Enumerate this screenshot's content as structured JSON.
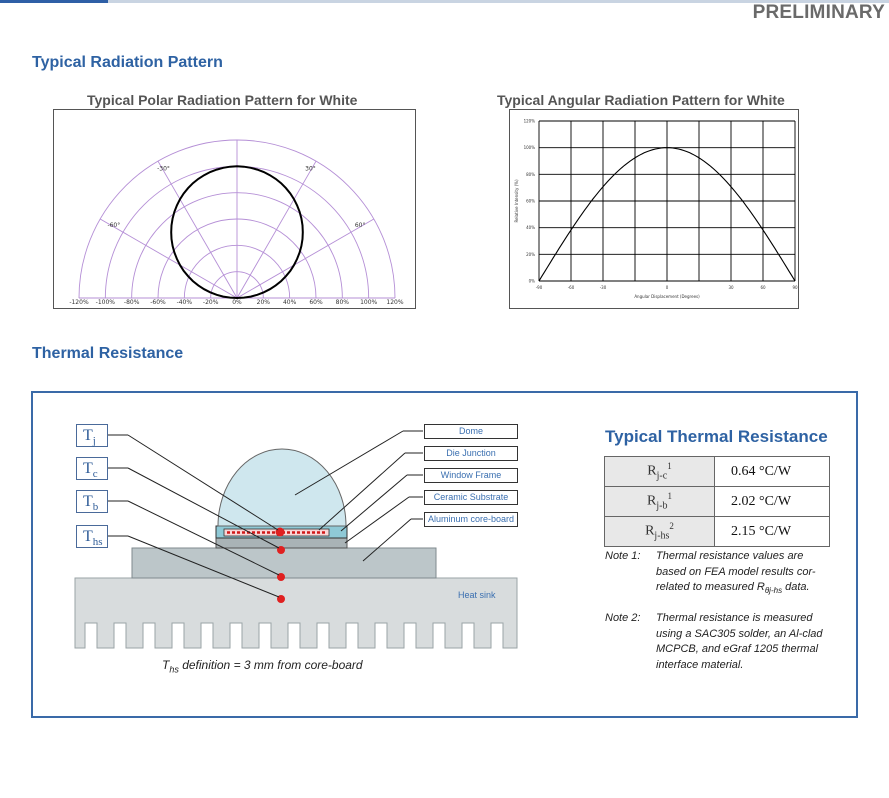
{
  "header": {
    "status": "PRELIMINARY"
  },
  "radiation": {
    "section_title": "Typical Radiation Pattern",
    "polar": {
      "title": "Typical Polar Radiation Pattern for White",
      "angle_labels": [
        "-30°",
        "30°",
        "-60°",
        "60°"
      ],
      "x_ticks": [
        "-120%",
        "-100%",
        "-80%",
        "-60%",
        "-40%",
        "-20%",
        "0%",
        "20%",
        "40%",
        "60%",
        "80%",
        "100%",
        "120%"
      ]
    },
    "angular": {
      "title": "Typical Angular Radiation Pattern for White",
      "ylabel": "Relative Intensity (%)",
      "xlabel": "Angular Displacement (Degrees)"
    }
  },
  "chart_data": [
    {
      "type": "line",
      "title": "Typical Polar Radiation Pattern for White",
      "polar": true,
      "radial_range": [
        0,
        120
      ],
      "angle_range": [
        -90,
        90
      ],
      "x_ticks": [
        "-120%",
        "-100%",
        "-80%",
        "-60%",
        "-40%",
        "-20%",
        "0%",
        "20%",
        "40%",
        "60%",
        "80%",
        "100%",
        "120%"
      ],
      "series": [
        {
          "angle_deg": [
            -90,
            -75,
            -60,
            -45,
            -30,
            -15,
            0,
            15,
            30,
            45,
            60,
            75,
            90
          ],
          "relative_intensity": [
            0,
            26,
            50,
            71,
            87,
            97,
            100,
            97,
            87,
            71,
            50,
            26,
            0
          ]
        }
      ],
      "grid": true
    },
    {
      "type": "line",
      "title": "Typical Angular Radiation Pattern for White",
      "xlabel": "Angular Displacement (Degrees)",
      "ylabel": "Relative Intensity (%)",
      "x_ticks": [
        -90,
        -60,
        -30,
        0,
        30,
        60,
        90
      ],
      "y_ticks": [
        "0%",
        "20%",
        "40%",
        "60%",
        "80%",
        "100%",
        "120%"
      ],
      "xlim": [
        -90,
        90
      ],
      "ylim": [
        0,
        120
      ],
      "grid": true,
      "series": [
        {
          "x": [
            -90,
            -75,
            -60,
            -45,
            -30,
            -15,
            0,
            15,
            30,
            45,
            60,
            75,
            90
          ],
          "y": [
            0,
            26,
            50,
            71,
            87,
            97,
            100,
            97,
            87,
            71,
            50,
            26,
            0
          ]
        }
      ]
    }
  ],
  "thermal": {
    "section_title": "Thermal Resistance",
    "diagram": {
      "t_labels": [
        {
          "main": "T",
          "sub": "j"
        },
        {
          "main": "T",
          "sub": "c"
        },
        {
          "main": "T",
          "sub": "b"
        },
        {
          "main": "T",
          "sub": "hs"
        }
      ],
      "part_labels": [
        "Dome",
        "Die Junction",
        "Window Frame",
        "Ceramic Substrate",
        "Aluminum core-board"
      ],
      "heat_sink_label": "Heat sink",
      "ths_definition": {
        "main": "T",
        "sub": "hs",
        "rest": " definition = 3 mm from core-board"
      },
      "colors": {
        "dome": "#cfe7ee",
        "substrate": "#bcc6c9",
        "heat_sink": "#d8dcdd",
        "junction_dot": "#e02020"
      }
    },
    "table": {
      "title": "Typical Thermal Resistance",
      "rows": [
        {
          "label": "R",
          "sub": "j-c",
          "sup": "1",
          "value": "0.64 °C/W"
        },
        {
          "label": "R",
          "sub": "j-b",
          "sup": "1",
          "value": "2.02 °C/W"
        },
        {
          "label": "R",
          "sub": "j-hs",
          "sup": "2",
          "value": "2.15 °C/W"
        }
      ]
    },
    "notes": [
      {
        "key": "Note 1:",
        "text_a": "Thermal resistance values are based on FEA model results cor-related to measured R",
        "text_sub": "θj-hs",
        "text_b": " data."
      },
      {
        "key": "Note 2:",
        "text_a": "Thermal resistance is measured using a SAC305 solder, an Al-clad MCPCB, and eGraf 1205 thermal interface material.",
        "text_sub": "",
        "text_b": ""
      }
    ]
  }
}
